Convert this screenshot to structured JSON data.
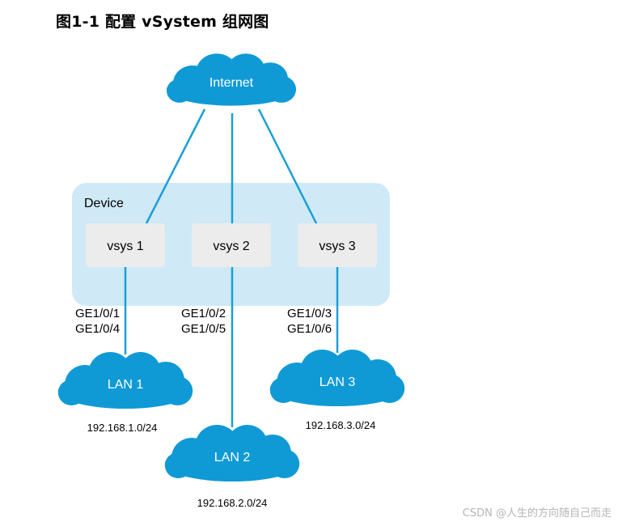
{
  "figure": {
    "title": "图1-1  配置 vSystem 组网图"
  },
  "internet": {
    "label": "Internet"
  },
  "device": {
    "label": "Device",
    "vsys": [
      {
        "id": "vsys1",
        "label": "vsys 1",
        "interfaces": [
          "GE1/0/1",
          "GE1/0/4"
        ]
      },
      {
        "id": "vsys2",
        "label": "vsys 2",
        "interfaces": [
          "GE1/0/2",
          "GE1/0/5"
        ]
      },
      {
        "id": "vsys3",
        "label": "vsys 3",
        "interfaces": [
          "GE1/0/3",
          "GE1/0/6"
        ]
      }
    ]
  },
  "lans": [
    {
      "id": "lan1",
      "label": "LAN 1",
      "subnet": "192.168.1.0/24"
    },
    {
      "id": "lan2",
      "label": "LAN 2",
      "subnet": "192.168.2.0/24"
    },
    {
      "id": "lan3",
      "label": "LAN 3",
      "subnet": "192.168.3.0/24"
    }
  ],
  "colors": {
    "cloud": "#0f9ad6",
    "link": "#1a9fd6",
    "device_bg": "#cfe9f7",
    "vsys_bg": "#ececec",
    "cloud_text": "#ffffff"
  },
  "watermark": "CSDN @人生的方向随自己而走"
}
